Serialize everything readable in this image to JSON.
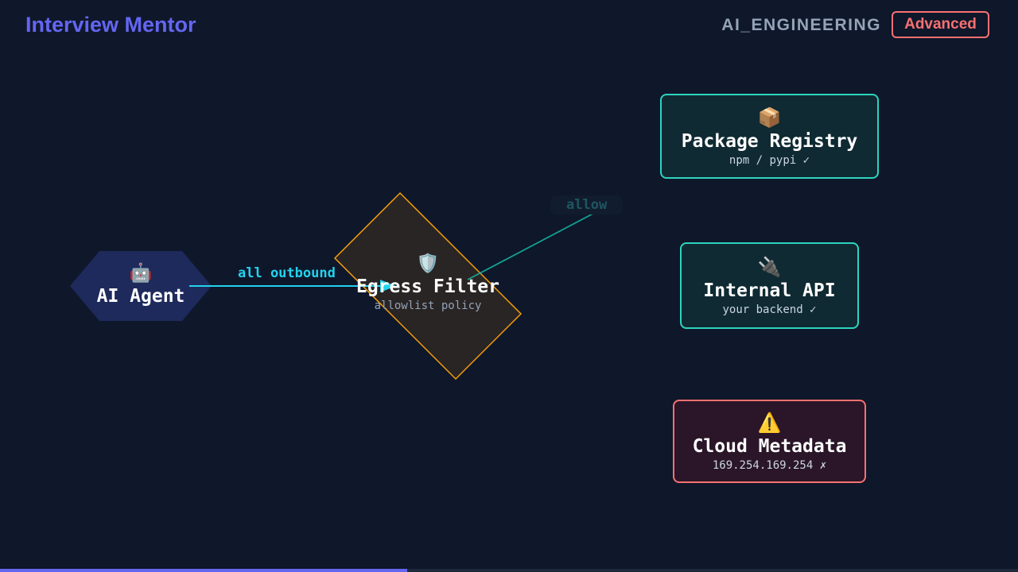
{
  "header": {
    "brand": "Interview Mentor",
    "category": "AI_ENGINEERING",
    "level": "Advanced"
  },
  "nodes": {
    "agent": {
      "icon": "robot-icon",
      "emoji": "🤖",
      "title": "AI Agent"
    },
    "filter": {
      "icon": "shield-icon",
      "emoji": "🛡️",
      "title": "Egress Filter",
      "sub": "allowlist policy"
    },
    "registry": {
      "icon": "package-icon",
      "emoji": "📦",
      "title": "Package Registry",
      "sub": "npm / pypi ✓"
    },
    "api": {
      "icon": "plug-icon",
      "emoji": "🔌",
      "title": "Internal API",
      "sub": "your backend ✓"
    },
    "metadata": {
      "icon": "warning-icon",
      "emoji": "⚠️",
      "title": "Cloud Metadata",
      "sub": "169.254.169.254 ✗"
    }
  },
  "edges": {
    "outbound": "all outbound",
    "allow": "allow"
  },
  "colors": {
    "background": "#0f172a",
    "accent": "#6366f1",
    "allowed": "#2dd4bf",
    "denied": "#f87171",
    "filter_border": "#f59e0b",
    "edge": "#22d3ee"
  },
  "progress": {
    "fraction": 0.4
  }
}
